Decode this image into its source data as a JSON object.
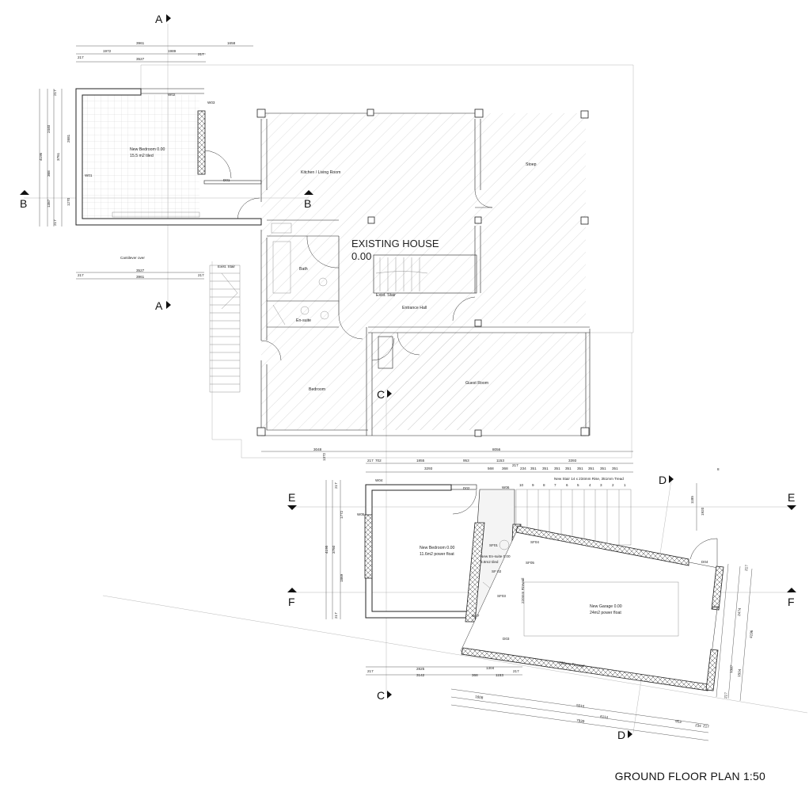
{
  "title": "GROUND FLOOR PLAN 1:50",
  "section_markers": {
    "A": "A",
    "B": "B",
    "C": "C",
    "D": "D",
    "E": "E",
    "F": "F"
  },
  "main_label": {
    "line1": "EXISTING HOUSE",
    "line2": "0.00"
  },
  "rooms": {
    "new_bedroom_top": {
      "name": "New Bedroom 0.00",
      "detail": "15.5 m2 tiled"
    },
    "kitchen": "Kitchen / Living Room",
    "stoep": "Stoep",
    "bath": "Bath",
    "ensuite": "En-suite",
    "exist_stair": "Exist. Stair",
    "entrance_hall": "Entrance Hall",
    "bedroom": "Bedroom",
    "guest_room": "Guest Room",
    "new_bedroom_bottom": {
      "name": "New Bedroom 0.00",
      "detail": "11.6m2 power float"
    },
    "new_ensuite": {
      "name": "New En-suite 0.00",
      "detail": "3.8m2 tiled"
    },
    "new_garage": {
      "name": "New Garage 0.00",
      "detail": "24m2 power float"
    }
  },
  "notes": {
    "cantilever": "Cantilever over",
    "exist_stair_ext": "Exist. Stair",
    "new_stair": "New Stair 14 x 234mm Rise, 351mm Tread",
    "firewall_v": "220mm Firewall",
    "firewall_h": "220mm Firewall"
  },
  "tags": {
    "w01": "W01",
    "w02": "W02",
    "w03": "W03",
    "d01": "D01",
    "w04": "W04",
    "w05": "W05",
    "w06": "W06",
    "w07": "W07",
    "d02": "D02",
    "d03": "D03",
    "d04": "D04",
    "d05": "D05",
    "sf01": "SF01",
    "sf02": "SF 02",
    "sf03": "SF03",
    "sf04": "SF04",
    "sf05": "SF05"
  },
  "dims": {
    "top": [
      "3961",
      "1972",
      "1989",
      "217",
      "217",
      "3527",
      "1658"
    ],
    "left_top": [
      "217",
      "2440",
      "2681",
      "4195",
      "3761",
      "368",
      "1387",
      "1270",
      "217"
    ],
    "below_bedroom": [
      "3527",
      "3961",
      "217",
      "217"
    ],
    "below_house": [
      "3048",
      "8056"
    ],
    "mid_row1": [
      "217",
      "702",
      "1855",
      "953",
      "1153",
      "3393"
    ],
    "mid_row2": [
      "3293",
      "568",
      "368",
      "217",
      "234",
      "351",
      "351",
      "351",
      "351",
      "351",
      "351",
      "351",
      "351"
    ],
    "mid_left": "1372",
    "stair_steps": [
      "10",
      "9",
      "8",
      "7",
      "6",
      "5",
      "4",
      "3",
      "2",
      "1"
    ],
    "left_bottom": [
      "217",
      "4195",
      "1772",
      "3760",
      "1869",
      "217"
    ],
    "right_small": [
      "1185",
      "1920"
    ],
    "garage_right": [
      "217",
      "2474",
      "4196",
      "1387",
      "1504",
      "217"
    ],
    "bottom_row1": [
      "217",
      "2825",
      "1304",
      "217"
    ],
    "bottom_row2": [
      "3142",
      "368",
      "1153"
    ],
    "bottom_row3": [
      "1608",
      "5015",
      "6114",
      "953",
      "7939",
      "234",
      "217"
    ],
    "tick": "8"
  }
}
